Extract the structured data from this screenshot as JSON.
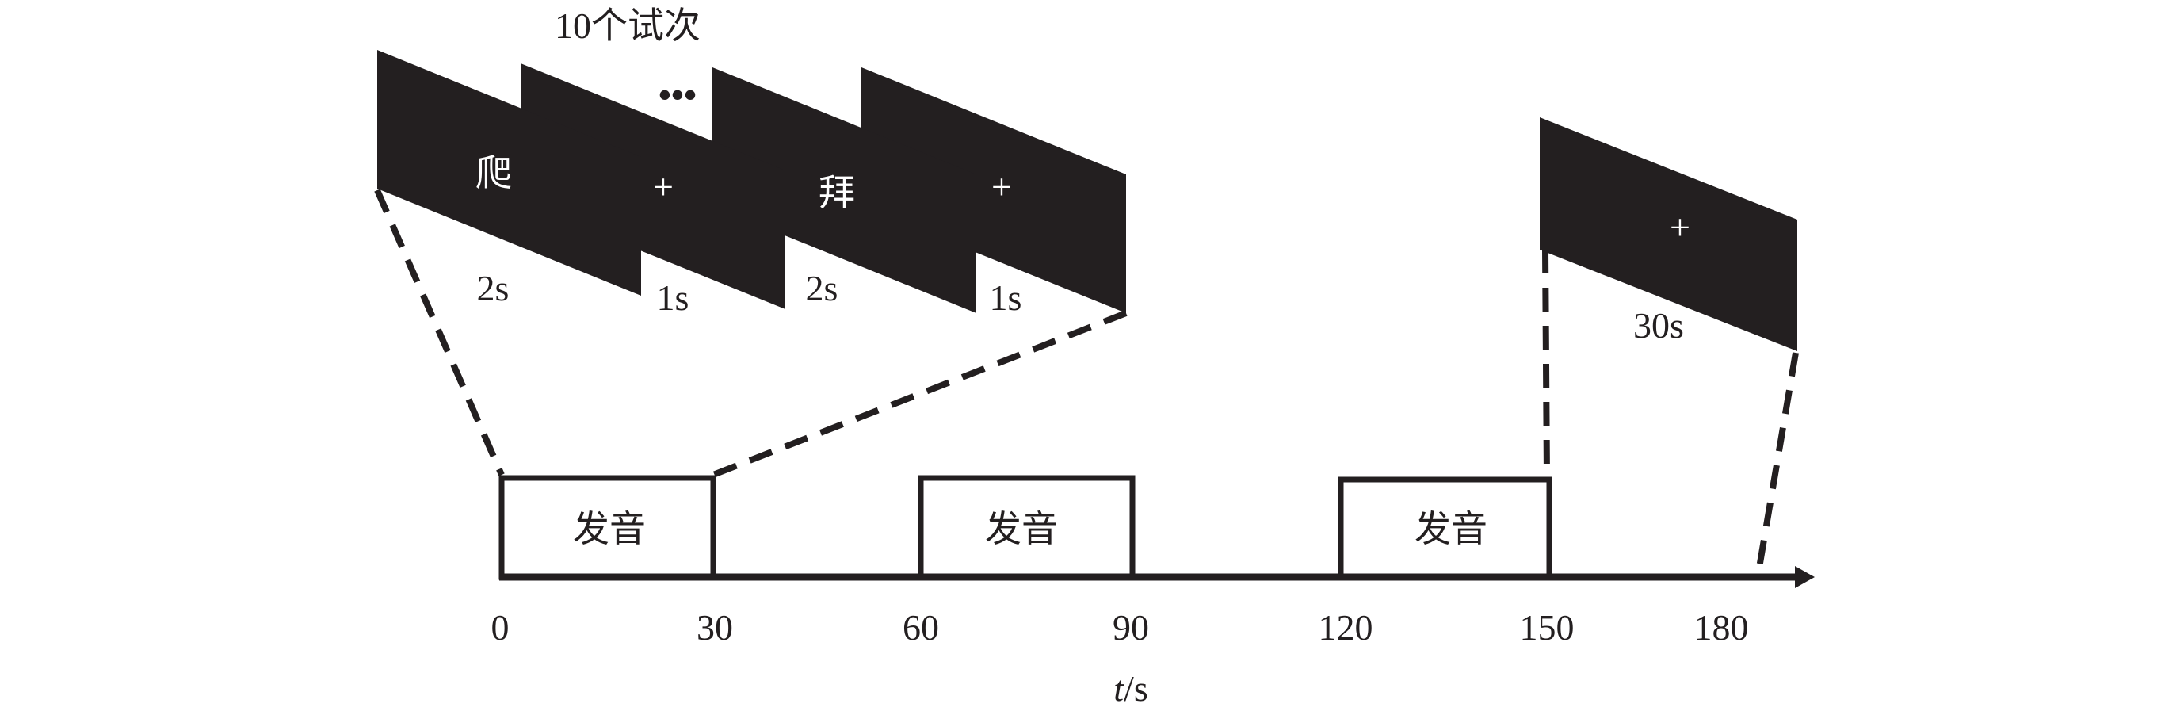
{
  "title": "10个试次",
  "ellipsis": "•••",
  "trial_panels": [
    {
      "content": "爬",
      "duration": "2s"
    },
    {
      "content": "+",
      "duration": "1s"
    },
    {
      "content": "拜",
      "duration": "2s"
    },
    {
      "content": "+",
      "duration": "1s"
    }
  ],
  "rest_panel": {
    "content": "+",
    "duration": "30s"
  },
  "blocks": [
    {
      "label": "发音",
      "start": 0,
      "end": 30
    },
    {
      "label": "发音",
      "start": 60,
      "end": 90
    },
    {
      "label": "发音",
      "start": 120,
      "end": 150
    }
  ],
  "axis": {
    "ticks": [
      "0",
      "30",
      "60",
      "90",
      "120",
      "150",
      "180"
    ],
    "label_italic": "t",
    "label_rest": "/s"
  }
}
